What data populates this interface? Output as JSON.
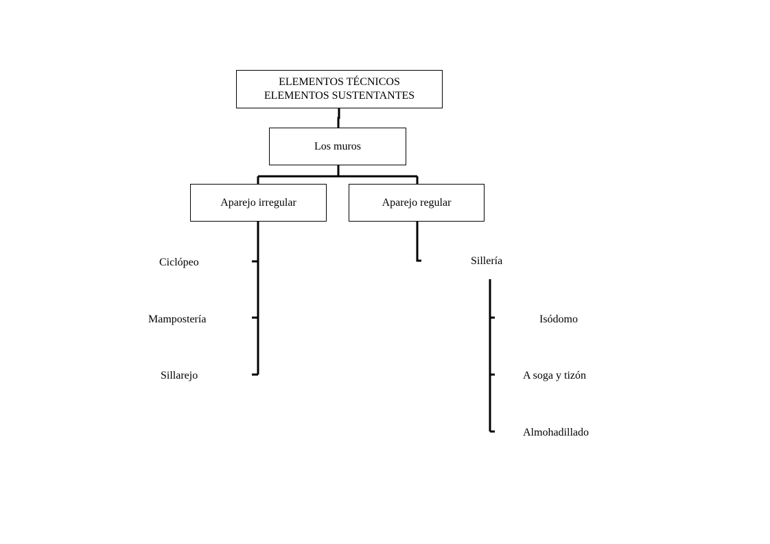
{
  "root": {
    "line1": "ELEMENTOS TÉCNICOS",
    "line2": "ELEMENTOS SUSTENTANTES"
  },
  "level1": "Los muros",
  "level2": {
    "irregular": "Aparejo irregular",
    "regular": "Aparejo regular"
  },
  "irregular_items": [
    "Ciclópeo",
    "Mampostería",
    "Sillarejo"
  ],
  "regular_child": "Sillería",
  "silleria_items": [
    "Isódomo",
    "A soga y tizón",
    "Almohadillado"
  ]
}
